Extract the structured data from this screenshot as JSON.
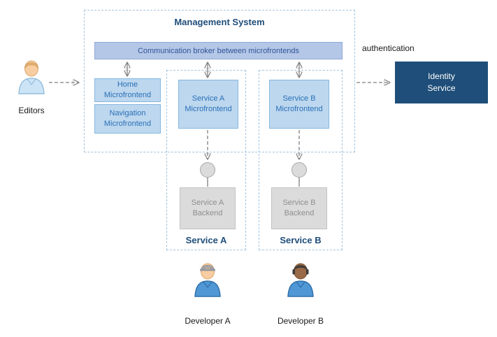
{
  "colors": {
    "title-blue": "#1f4e7a",
    "group-border": "#a3c4de",
    "broker-fill": "#b4c7e7",
    "broker-border": "#8fa8d8",
    "broker-text": "#2f5496",
    "mf-fill": "#bdd7ee",
    "mf-border": "#85b8e0",
    "mf-text": "#2970b8",
    "backend-fill": "#dbdbdb",
    "backend-border": "#c2c2c2",
    "backend-text": "#8f8f8f",
    "identity-fill": "#1e4e79",
    "arrow-gray": "#7f7f7f"
  },
  "management_system": {
    "title": "Management System"
  },
  "broker": {
    "label": "Communication broker between microfrontends"
  },
  "home_mf": {
    "label": "Home Microfrontend"
  },
  "nav_mf": {
    "label": "Navigation Microfrontend"
  },
  "service_a": {
    "group_label": "Service A",
    "microfrontend_label": "Service A Microfrontend",
    "backend_label": "Service A Backend"
  },
  "service_b": {
    "group_label": "Service B",
    "microfrontend_label": "Service B Microfrontend",
    "backend_label": "Service B Backend"
  },
  "identity_service": {
    "label": "Identity Service"
  },
  "labels": {
    "authentication": "authentication"
  },
  "actors": {
    "editors": {
      "label": "Editors"
    },
    "developer_a": {
      "label": "Developer A"
    },
    "developer_b": {
      "label": "Developer B"
    }
  }
}
